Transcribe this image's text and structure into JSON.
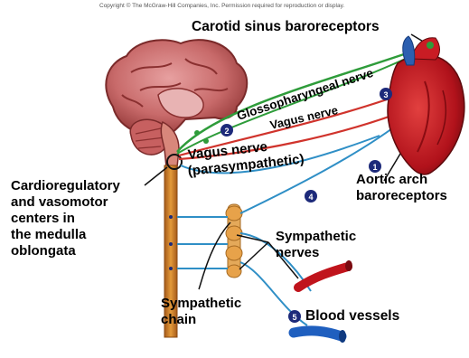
{
  "copyright": "Copyright © The McGraw-Hill Companies, Inc. Permission required for reproduction or display.",
  "labels": {
    "carotid": "Carotid sinus baroreceptors",
    "glossopharyngeal": "Glossopharyngeal nerve",
    "vagus_top": "Vagus nerve",
    "vagus_para_1": "Vagus nerve",
    "vagus_para_2": "(parasympathetic)",
    "aortic_1": "Aortic arch",
    "aortic_2": "baroreceptors",
    "cardio_1": "Cardioregulatory",
    "cardio_2": "and vasomotor",
    "cardio_3": "centers in",
    "cardio_4": "the medulla",
    "cardio_5": "oblongata",
    "symp_nerves_1": "Sympathetic",
    "symp_nerves_2": "nerves",
    "symp_chain_1": "Sympathetic",
    "symp_chain_2": "chain",
    "blood_vessels": "Blood vessels"
  },
  "numbers": {
    "n1": "1",
    "n2": "2",
    "n3": "3",
    "n4": "4",
    "n5": "5"
  },
  "colors": {
    "glossopharyngeal": "#2e9c3a",
    "vagus": "#d0332c",
    "sympathetic": "#2f8fc6",
    "brain": "#b34d4d",
    "spinal_cord": "#d98a2b",
    "chain": "#e0a04a",
    "heart": "#b1121b",
    "vessel_artery": "#c0141c",
    "vessel_vein": "#1f5fbf",
    "badge": "#1d2a7a"
  }
}
